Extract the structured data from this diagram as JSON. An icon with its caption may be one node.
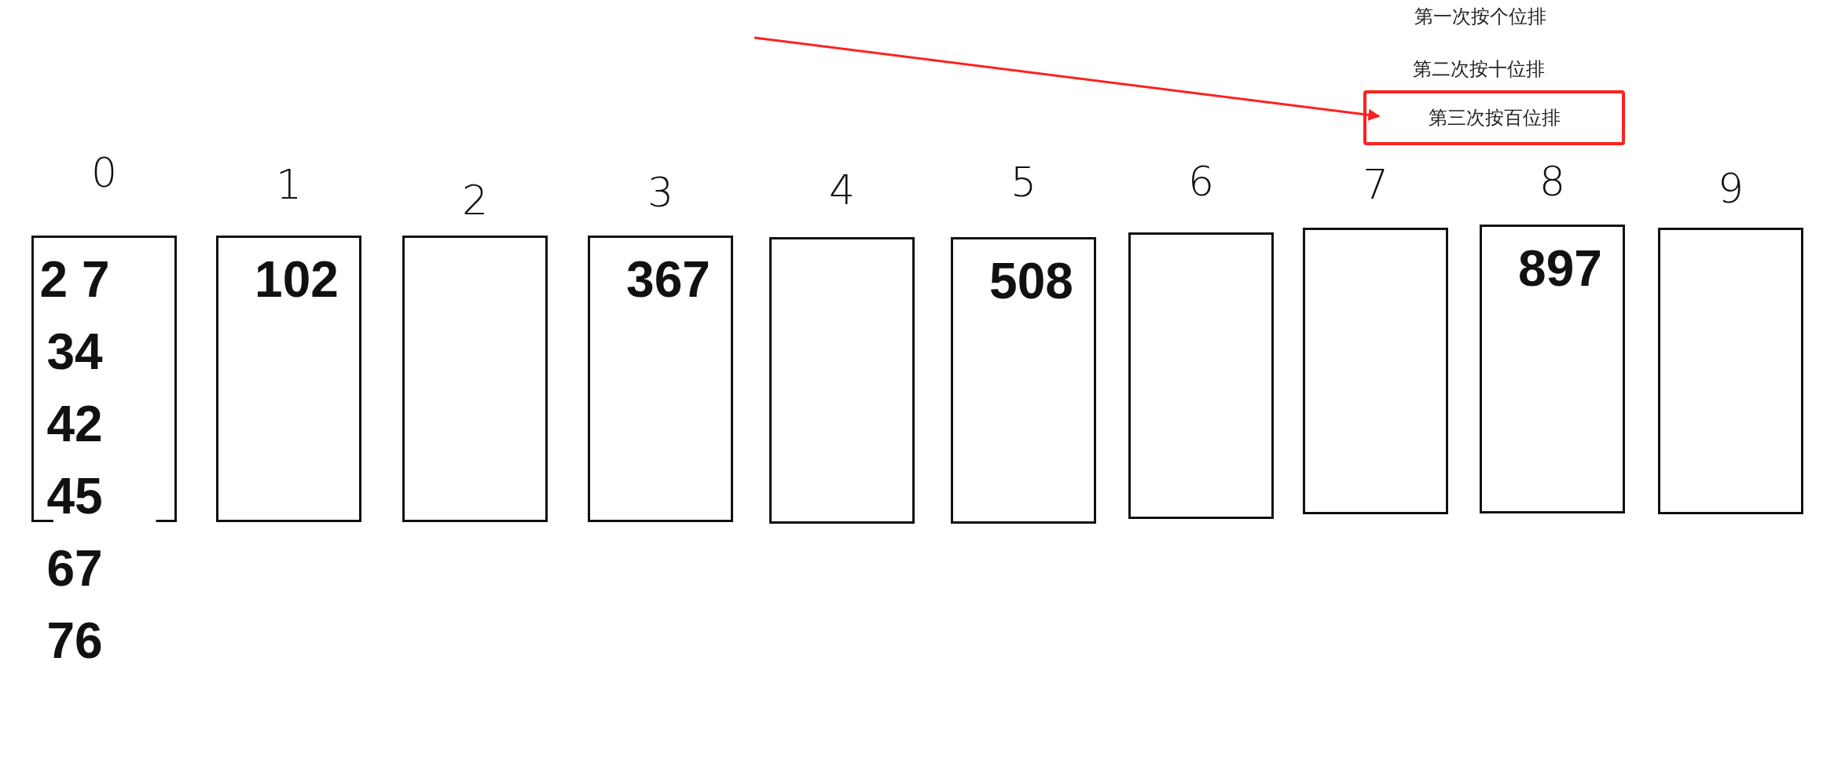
{
  "diagram": {
    "nodes": [
      {
        "text": [
          "0",
          "2 7 34 42 45 67 76"
        ]
      },
      {
        "text": [
          "1",
          "102"
        ]
      },
      {
        "text": [
          "2"
        ]
      },
      {
        "text": [
          "3",
          "367"
        ]
      },
      {
        "text": [
          "4"
        ]
      },
      {
        "text": [
          "5",
          "508"
        ]
      },
      {
        "text": [
          "6"
        ]
      },
      {
        "text": [
          "7"
        ]
      },
      {
        "text": [
          "8",
          "897"
        ]
      },
      {
        "text": [
          "9"
        ]
      },
      {
        "text": [
          "第三次按百位排"
        ]
      }
    ],
    "edges": [
      {
        "from": null,
        "to": 10,
        "arrow": "to",
        "color": "#ff2020"
      }
    ],
    "labels": [
      "第一次按个位排",
      "第二次按十位排"
    ]
  }
}
